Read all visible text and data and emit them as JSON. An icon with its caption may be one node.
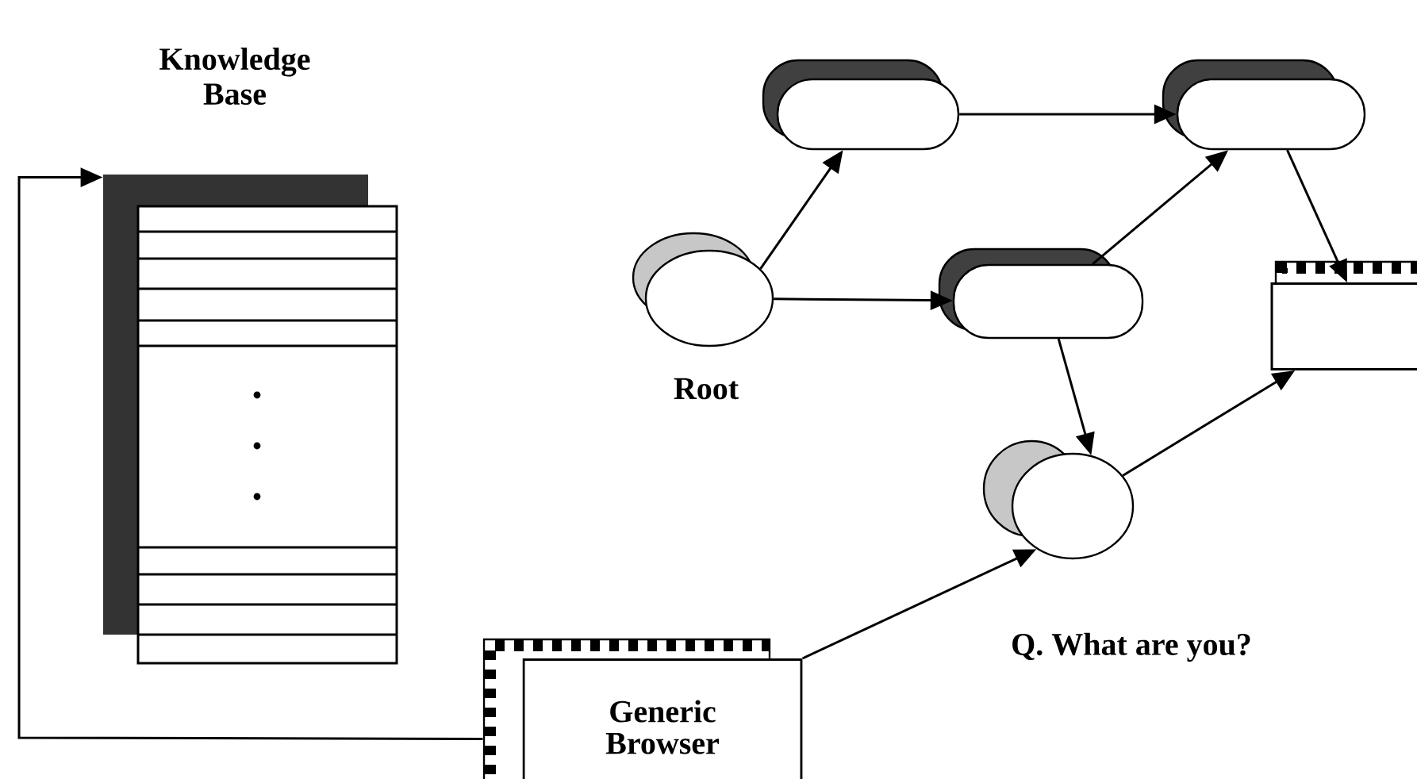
{
  "diagram": {
    "nodes": [
      {
        "text": [
          "Knowledge Base"
        ]
      },
      {
        "text": [
          "Root"
        ]
      },
      {
        "text": [],
        "shape": "box"
      },
      {
        "text": [],
        "shape": "box"
      },
      {
        "text": [],
        "shape": "box"
      },
      {
        "text": [],
        "shape": "box"
      },
      {
        "text": [],
        "shape": "circle",
        "beside": [
          "Q. What are you?"
        ]
      },
      {
        "text": [
          "Generic Browser"
        ]
      }
    ],
    "edges": [
      {
        "from": 1,
        "to": 2,
        "arrow": "to"
      },
      {
        "from": 2,
        "to": 3,
        "arrow": "to"
      },
      {
        "from": 1,
        "to": 4,
        "arrow": "to"
      },
      {
        "from": 4,
        "to": 3,
        "arrow": "to"
      },
      {
        "from": 3,
        "to": 5,
        "arrow": "to"
      },
      {
        "from": 4,
        "to": 6,
        "arrow": "to"
      },
      {
        "from": 6,
        "to": 5,
        "arrow": "to"
      },
      {
        "from": 7,
        "to": 6,
        "arrow": "to"
      },
      {
        "from": 7,
        "to": 0,
        "arrow": "to"
      }
    ]
  }
}
